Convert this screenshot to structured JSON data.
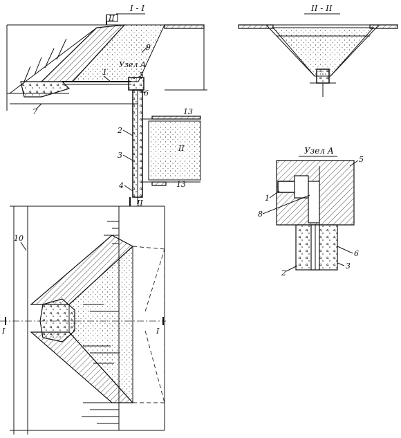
{
  "section_1": {
    "title": "I - I",
    "marker_top": "II",
    "label_1": "1",
    "label_4": "4",
    "label_5": "5",
    "label_6": "6",
    "label_7": "7",
    "label_9": "9",
    "label_2": "2",
    "label_3": "3",
    "label_node": "Узел А",
    "label_11": "II",
    "label_13a": "13",
    "label_13b": "13",
    "marker_bottom": "II"
  },
  "section_2": {
    "title": "II - II"
  },
  "node_a": {
    "title": "Узел А",
    "label_5": "5",
    "label_1": "1",
    "label_8": "8",
    "label_6": "6",
    "label_2": "2",
    "label_3": "3"
  },
  "plan": {
    "label_10": "10",
    "marker_left": "I",
    "marker_right": "I"
  }
}
